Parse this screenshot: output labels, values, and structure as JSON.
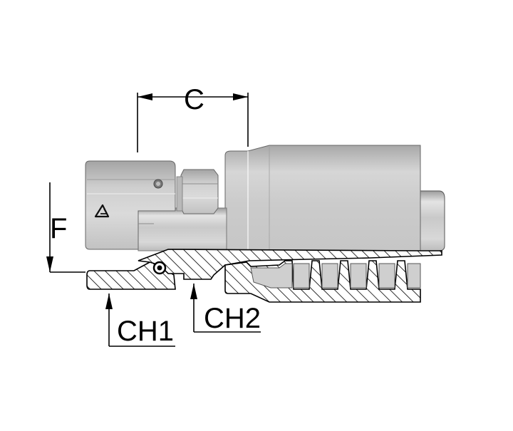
{
  "diagram": {
    "labels": {
      "c": "C",
      "f": "F",
      "ch1": "CH1",
      "ch2": "CH2"
    },
    "logo_icon": "brand-logo-icon",
    "colors": {
      "steel_light": "#e3e3e3",
      "steel_mid": "#bdbdbd",
      "steel_dark": "#8f8f8f",
      "outline": "#000000",
      "hatch": "#000000"
    }
  }
}
